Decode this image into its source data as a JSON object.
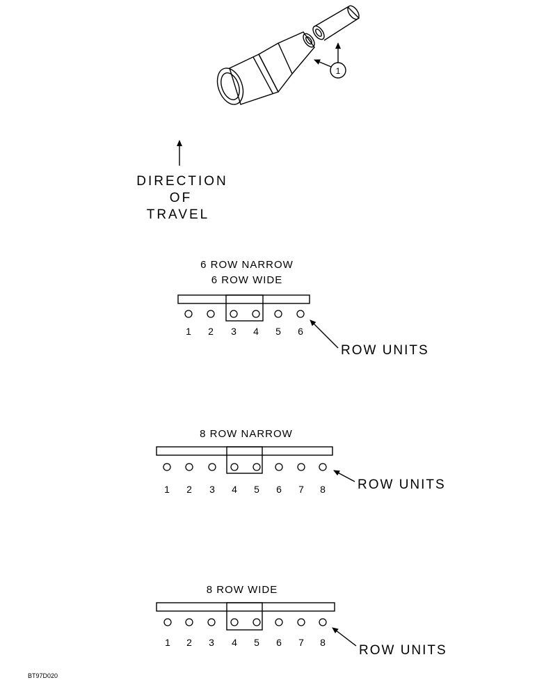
{
  "direction": {
    "line1": "DIRECTION",
    "line2": "OF",
    "line3": "TRAVEL"
  },
  "callout": {
    "number": "1"
  },
  "configs": [
    {
      "titles": [
        "6 ROW NARROW",
        "6 ROW WIDE"
      ],
      "rows": [
        "1",
        "2",
        "3",
        "4",
        "5",
        "6"
      ],
      "pointer_label": "ROW UNITS"
    },
    {
      "titles": [
        "8 ROW NARROW"
      ],
      "rows": [
        "1",
        "2",
        "3",
        "4",
        "5",
        "6",
        "7",
        "8"
      ],
      "pointer_label": "ROW UNITS"
    },
    {
      "titles": [
        "8 ROW WIDE"
      ],
      "rows": [
        "1",
        "2",
        "3",
        "4",
        "5",
        "6",
        "7",
        "8"
      ],
      "pointer_label": "ROW UNITS"
    }
  ],
  "figure_code": "BT97D020"
}
